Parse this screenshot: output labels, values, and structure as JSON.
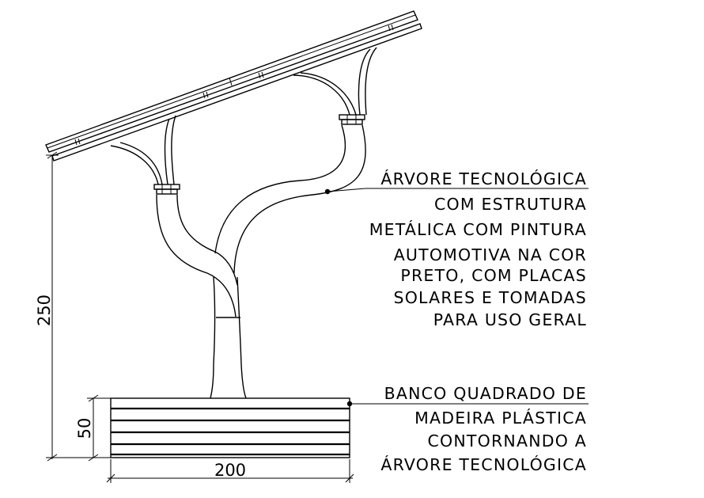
{
  "labels": {
    "tree": [
      "ÁRVORE TECNOLÓGICA",
      "COM ESTRUTURA",
      "METÁLICA COM PINTURA",
      "AUTOMOTIVA NA COR",
      "PRETO, COM PLACAS",
      "SOLARES E TOMADAS",
      "PARA USO GERAL"
    ],
    "bench": [
      "BANCO QUADRADO DE",
      "MADEIRA  PLÁSTICA",
      "CONTORNANDO A",
      "ÁRVORE TECNOLÓGICA"
    ]
  },
  "dimensions": {
    "height_total": "250",
    "height_bench": "50",
    "width_bench": "200"
  }
}
